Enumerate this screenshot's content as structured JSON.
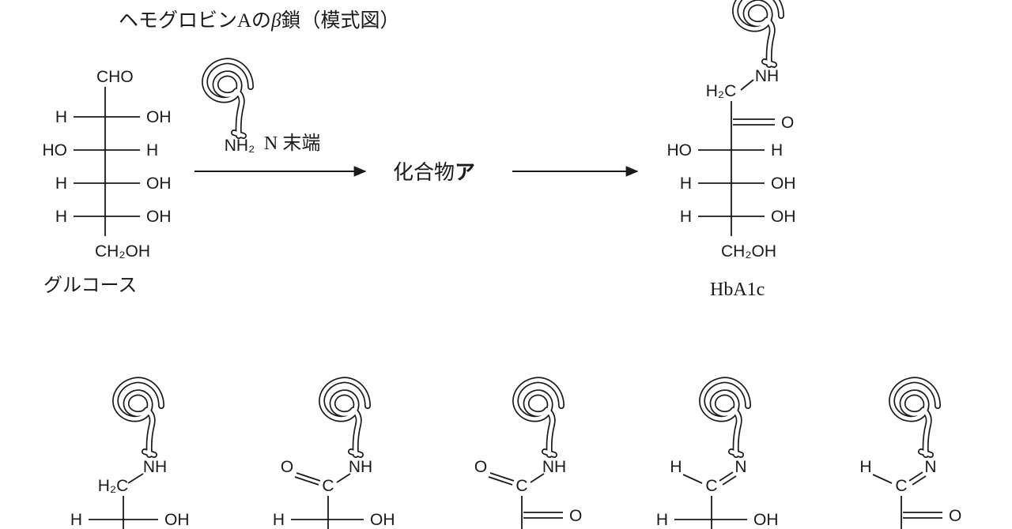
{
  "title": {
    "prefix": "ヘモグロビンAの",
    "beta": "β",
    "suffix": "鎖（模式図）"
  },
  "scheme": {
    "nh2": "NH₂",
    "n_terminus": "N 末端",
    "compound_prefix": "化合物",
    "compound_name": "ア"
  },
  "glucose": {
    "label": "グルコース",
    "top_group": "CHO",
    "bottom_group": "CH₂OH",
    "rungs": [
      {
        "left": "H",
        "right": "OH"
      },
      {
        "left": "HO",
        "right": "H"
      },
      {
        "left": "H",
        "right": "OH"
      },
      {
        "left": "H",
        "right": "OH"
      }
    ]
  },
  "product": {
    "label": "HbA1c",
    "nh": "NH",
    "h2c": "H₂C",
    "carbonyl_o": "O",
    "rungs": [
      {
        "left": "HO",
        "right": "H"
      },
      {
        "left": "H",
        "right": "OH"
      },
      {
        "left": "H",
        "right": "OH"
      }
    ],
    "bottom_group": "CH₂OH"
  },
  "options": [
    {
      "top_left": "H₂C",
      "top_right": "NH",
      "rung_left": "H",
      "rung_right": "OH"
    },
    {
      "top_left": "O",
      "center": "C",
      "top_right": "NH",
      "rung_left": "H",
      "rung_right": "OH"
    },
    {
      "top_left": "O",
      "center": "C",
      "top_right": "NH",
      "carbonyl_o": "O"
    },
    {
      "top_left": "H",
      "center": "C",
      "top_right": "N",
      "rung_left": "H",
      "rung_right": "OH"
    },
    {
      "top_left": "H",
      "center": "C",
      "top_right": "N",
      "carbonyl_o": "O"
    }
  ]
}
